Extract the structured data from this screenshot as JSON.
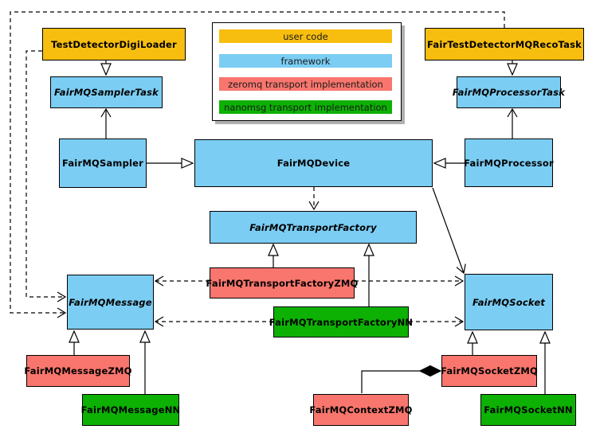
{
  "legend": {
    "items": [
      {
        "label": "user code",
        "color": "#F7BE10"
      },
      {
        "label": "framework",
        "color": "#7BCDF3"
      },
      {
        "label": "zeromq transport implementation",
        "color": "#F8766D"
      },
      {
        "label": "nanomsg transport implementation",
        "color": "#0CB104"
      }
    ]
  },
  "palette": {
    "user_code": "#F7BE10",
    "framework": "#7BCDF3",
    "zeromq": "#F8766D",
    "nanomsg": "#0CB104",
    "line": "#000000",
    "shadow": "#b0b0b0"
  },
  "nodes": [
    {
      "id": "TestDetectorDigiLoader",
      "label": "TestDetectorDigiLoader",
      "category": "user code",
      "abstract": false,
      "color": "#F7BE10"
    },
    {
      "id": "FairMQSamplerTask",
      "label": "FairMQSamplerTask",
      "category": "framework",
      "abstract": true,
      "color": "#7BCDF3"
    },
    {
      "id": "FairMQSampler",
      "label": "FairMQSampler",
      "category": "framework",
      "abstract": false,
      "color": "#7BCDF3"
    },
    {
      "id": "FairMQDevice",
      "label": "FairMQDevice",
      "category": "framework",
      "abstract": false,
      "color": "#7BCDF3"
    },
    {
      "id": "FairMQProcessor",
      "label": "FairMQProcessor",
      "category": "framework",
      "abstract": false,
      "color": "#7BCDF3"
    },
    {
      "id": "FairMQProcessorTask",
      "label": "FairMQProcessorTask",
      "category": "framework",
      "abstract": true,
      "color": "#7BCDF3"
    },
    {
      "id": "FairTestDetectorMQRecoTask",
      "label": "FairTestDetectorMQRecoTask",
      "category": "user code",
      "abstract": false,
      "color": "#F7BE10"
    },
    {
      "id": "FairMQTransportFactory",
      "label": "FairMQTransportFactory",
      "category": "framework",
      "abstract": true,
      "color": "#7BCDF3"
    },
    {
      "id": "FairMQTransportFactoryZMQ",
      "label": "FairMQTransportFactoryZMQ",
      "category": "zeromq transport implementation",
      "abstract": false,
      "color": "#F8766D"
    },
    {
      "id": "FairMQTransportFactoryNN",
      "label": "FairMQTransportFactoryNN",
      "category": "nanomsg transport implementation",
      "abstract": false,
      "color": "#0CB104"
    },
    {
      "id": "FairMQMessage",
      "label": "FairMQMessage",
      "category": "framework",
      "abstract": true,
      "color": "#7BCDF3"
    },
    {
      "id": "FairMQSocket",
      "label": "FairMQSocket",
      "category": "framework",
      "abstract": true,
      "color": "#7BCDF3"
    },
    {
      "id": "FairMQMessageZMQ",
      "label": "FairMQMessageZMQ",
      "category": "zeromq transport implementation",
      "abstract": false,
      "color": "#F8766D"
    },
    {
      "id": "FairMQMessageNN",
      "label": "FairMQMessageNN",
      "category": "nanomsg transport implementation",
      "abstract": false,
      "color": "#0CB104"
    },
    {
      "id": "FairMQContextZMQ",
      "label": "FairMQContextZMQ",
      "category": "zeromq transport implementation",
      "abstract": false,
      "color": "#F8766D"
    },
    {
      "id": "FairMQSocketZMQ",
      "label": "FairMQSocketZMQ",
      "category": "zeromq transport implementation",
      "abstract": false,
      "color": "#F8766D"
    },
    {
      "id": "FairMQSocketNN",
      "label": "FairMQSocketNN",
      "category": "nanomsg transport implementation",
      "abstract": false,
      "color": "#0CB104"
    }
  ],
  "edges": [
    {
      "from": "TestDetectorDigiLoader",
      "to": "FairMQSamplerTask",
      "line": "solid",
      "arrow": "hollow-triangle"
    },
    {
      "from": "FairTestDetectorMQRecoTask",
      "to": "FairMQProcessorTask",
      "line": "solid",
      "arrow": "hollow-triangle"
    },
    {
      "from": "FairMQSampler",
      "to": "FairMQSamplerTask",
      "line": "solid",
      "arrow": "open-vee"
    },
    {
      "from": "FairMQProcessor",
      "to": "FairMQProcessorTask",
      "line": "solid",
      "arrow": "open-vee"
    },
    {
      "from": "FairMQSampler",
      "to": "FairMQDevice",
      "line": "solid",
      "arrow": "hollow-triangle"
    },
    {
      "from": "FairMQProcessor",
      "to": "FairMQDevice",
      "line": "solid",
      "arrow": "hollow-triangle"
    },
    {
      "from": "FairMQDevice",
      "to": "FairMQTransportFactory",
      "line": "dashed",
      "arrow": "open-vee"
    },
    {
      "from": "FairMQDevice",
      "to": "FairMQSocket",
      "line": "solid",
      "arrow": "open-vee"
    },
    {
      "from": "FairMQTransportFactoryZMQ",
      "to": "FairMQTransportFactory",
      "line": "solid",
      "arrow": "hollow-triangle"
    },
    {
      "from": "FairMQTransportFactoryNN",
      "to": "FairMQTransportFactory",
      "line": "solid",
      "arrow": "hollow-triangle"
    },
    {
      "from": "FairMQTransportFactoryZMQ",
      "to": "FairMQMessage",
      "line": "dashed",
      "arrow": "open-vee"
    },
    {
      "from": "FairMQTransportFactoryZMQ",
      "to": "FairMQSocket",
      "line": "dashed",
      "arrow": "open-vee"
    },
    {
      "from": "FairMQTransportFactoryNN",
      "to": "FairMQMessage",
      "line": "dashed",
      "arrow": "open-vee"
    },
    {
      "from": "FairMQTransportFactoryNN",
      "to": "FairMQSocket",
      "line": "dashed",
      "arrow": "open-vee"
    },
    {
      "from": "TestDetectorDigiLoader",
      "to": "FairMQMessage",
      "line": "dashed",
      "arrow": "open-vee"
    },
    {
      "from": "FairTestDetectorMQRecoTask",
      "to": "FairMQMessage",
      "line": "dashed",
      "arrow": "open-vee"
    },
    {
      "from": "FairMQMessageZMQ",
      "to": "FairMQMessage",
      "line": "solid",
      "arrow": "hollow-triangle"
    },
    {
      "from": "FairMQMessageNN",
      "to": "FairMQMessage",
      "line": "solid",
      "arrow": "hollow-triangle"
    },
    {
      "from": "FairMQSocketZMQ",
      "to": "FairMQSocket",
      "line": "solid",
      "arrow": "hollow-triangle"
    },
    {
      "from": "FairMQSocketNN",
      "to": "FairMQSocket",
      "line": "solid",
      "arrow": "hollow-triangle"
    },
    {
      "from": "FairMQContextZMQ",
      "to": "FairMQSocketZMQ",
      "line": "solid",
      "arrow": "filled-diamond"
    }
  ]
}
